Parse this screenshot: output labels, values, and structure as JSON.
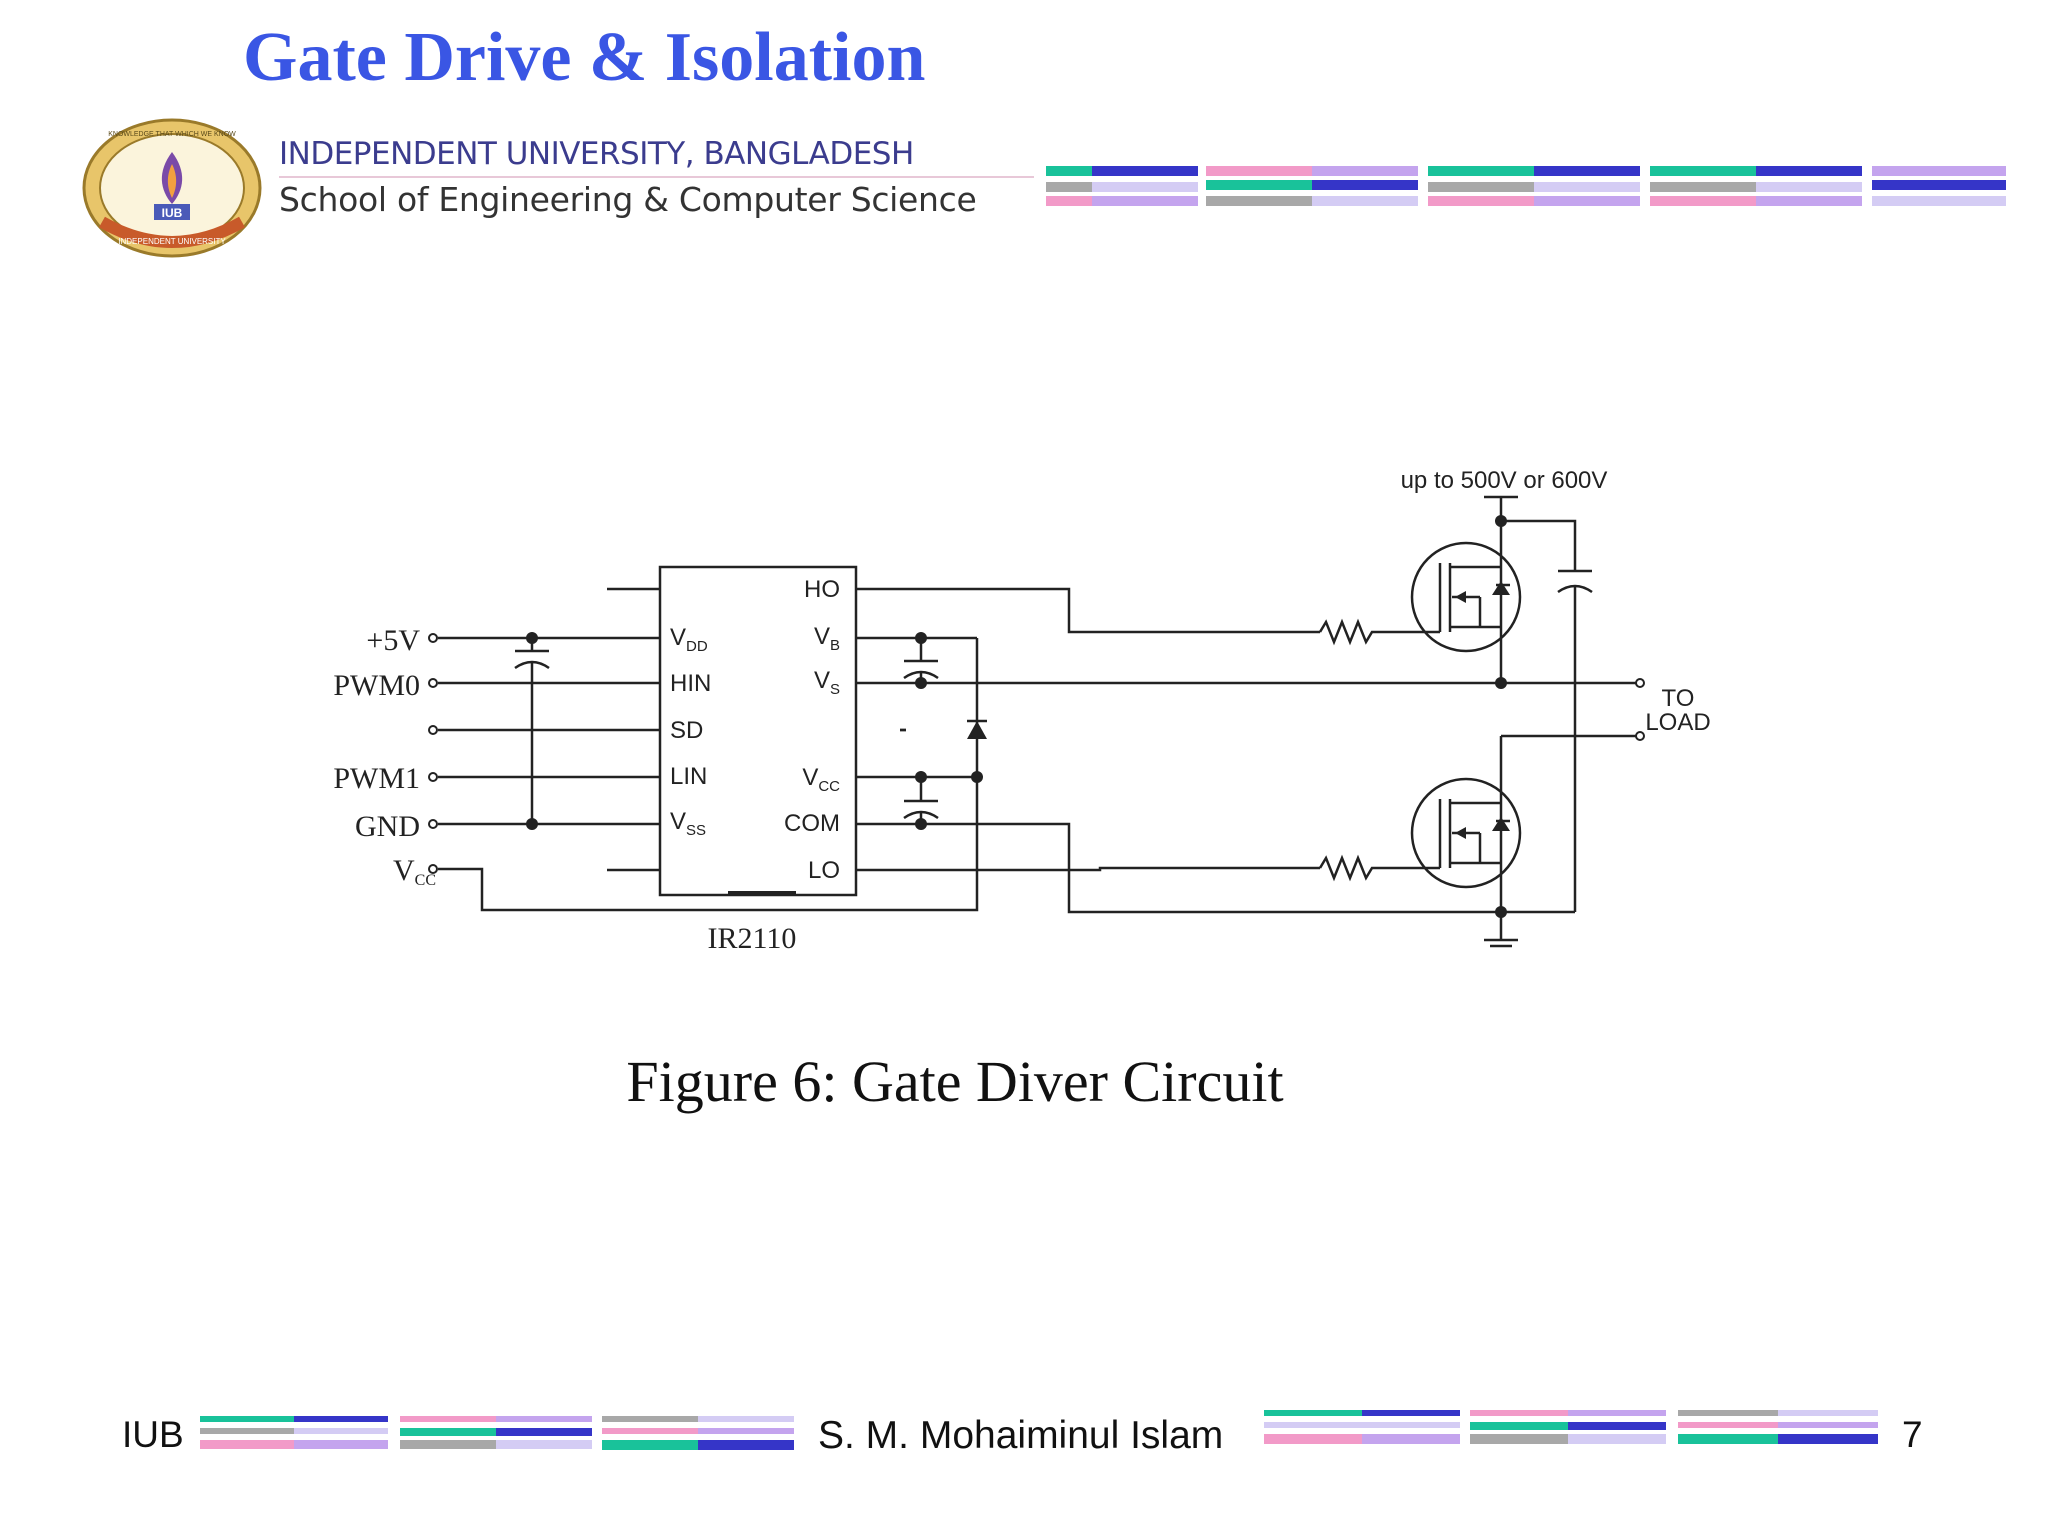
{
  "slide": {
    "title": "Gate Drive & Isolation",
    "header": {
      "university": "INDEPENDENT UNIVERSITY, BANGLADESH",
      "school": "School of Engineering & Computer Science",
      "logo": {
        "short": "IUB",
        "ring_top": "KNOWLEDGE THAT WHICH WE KNOW",
        "ring_bottom": "INDEPENDENT UNIVERSITY"
      }
    },
    "figure": {
      "caption": "Figure 6: Gate Diver Circuit",
      "ic_name": "IR2110",
      "supply_label": "up to 500V or 600V",
      "load_label_1": "TO",
      "load_label_2": "LOAD",
      "inputs": {
        "p5v": "+5V",
        "pwm0": "PWM0",
        "pwm1": "PWM1",
        "gnd": "GND",
        "vcc": "V",
        "vcc_sub": "CC"
      },
      "pins_left": {
        "vdd": "V",
        "vdd_sub": "DD",
        "hin": "HIN",
        "sd": "SD",
        "lin": "LIN",
        "vss": "V",
        "vss_sub": "SS"
      },
      "pins_right": {
        "ho": "HO",
        "vb": "V",
        "vb_sub": "B",
        "vs": "V",
        "vs_sub": "S",
        "vcc": "V",
        "vcc_sub": "CC",
        "com": "COM",
        "lo": "LO"
      }
    },
    "footer": {
      "left": "IUB",
      "author": "S. M. Mohaiminul Islam",
      "page": "7"
    },
    "colors": {
      "title": "#3a56e4",
      "stripe_teal": "#19c29a",
      "stripe_navy": "#3535c8",
      "stripe_pink": "#f29ac8",
      "stripe_lavender": "#c4a4ee",
      "stripe_gray": "#a8a8a8",
      "stripe_light_lavender": "#d4ccf4"
    }
  }
}
